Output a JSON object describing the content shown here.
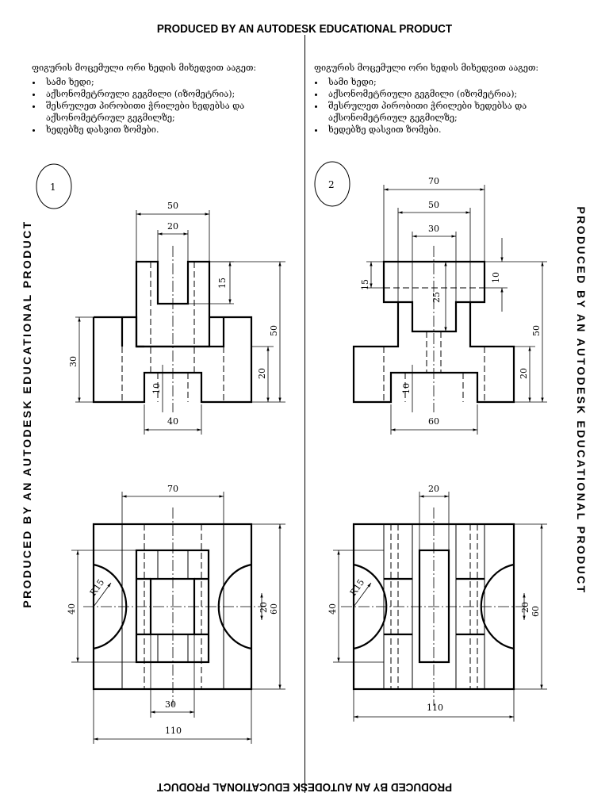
{
  "watermark": "PRODUCED BY AN AUTODESK EDUCATIONAL PRODUCT",
  "columns": [
    {
      "intro": "ფიგურის მოცემული ორი ხედის მიხედვით ააგეთ:",
      "tasks": [
        "სამი ხედი;",
        "აქსონომეტრიული გეგმილი (იზომეტრია);",
        "შესრულეთ პირობითი ჭრილები ხედებსა და აქსონომეტრიულ გეგმილზე;",
        "ხედებზე დასვით ზომები."
      ],
      "figure_number": "1",
      "front_dims": {
        "d50": "50",
        "d20": "20",
        "d15": "15",
        "d30": "30",
        "d50v": "50",
        "d20v": "20",
        "d10": "10",
        "d40": "40"
      },
      "top_dims": {
        "d70": "70",
        "r15": "R15",
        "d40": "40",
        "d60": "60",
        "d20": "20",
        "d30": "30",
        "d110": "110"
      }
    },
    {
      "intro": "ფიგურის მოცემული ორი ხედის მიხედვით ააგეთ:",
      "tasks": [
        "სამი ხედი;",
        "აქსონომეტრიული გეგმილი (იზომეტრია);",
        "შესრულეთ პირობითი ჭრილები ხედებსა და აქსონომეტრიულ გეგმილზე;",
        "ხედებზე დასვით ზომები."
      ],
      "figure_number": "2",
      "front_dims": {
        "d70": "70",
        "d50": "50",
        "d30": "30",
        "d15": "15",
        "d25": "25",
        "d10t": "10",
        "d50v": "50",
        "d20v": "20",
        "d10": "10",
        "d60": "60"
      },
      "top_dims": {
        "d20": "20",
        "r15": "R15",
        "d40": "40",
        "d60": "60",
        "d20v": "20",
        "d110": "110"
      }
    }
  ]
}
